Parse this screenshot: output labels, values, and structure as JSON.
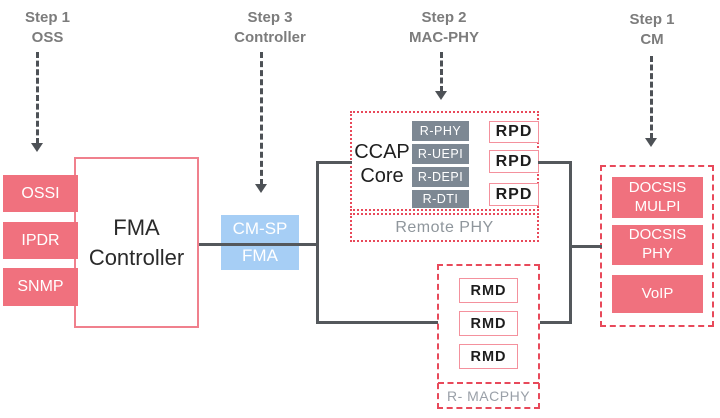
{
  "colors": {
    "salmon": "#f0717e",
    "light_blue": "#a6cef5",
    "slate_gray": "#7d8893",
    "connector_gray": "#54585c",
    "dashed_red": "#e8495a",
    "step_label_gray": "#7c7c7c",
    "caption_gray": "#8f969c"
  },
  "steps": {
    "oss": {
      "line1": "Step 1",
      "line2": "OSS"
    },
    "controller": {
      "line1": "Step 3",
      "line2": "Controller"
    },
    "macphy": {
      "line1": "Step 2",
      "line2": "MAC-PHY"
    },
    "cm": {
      "line1": "Step 1",
      "line2": "CM"
    }
  },
  "oss_stack": {
    "items": [
      "OSSI",
      "IPDR",
      "SNMP"
    ]
  },
  "fma_controller": {
    "line1": "FMA",
    "line2": "Controller"
  },
  "interface_box": {
    "top": "CM-SP",
    "bottom": "FMA"
  },
  "ccap": {
    "label_line1": "CCAP",
    "label_line2": "Core",
    "protocols": [
      "R-PHY",
      "R-UEPI",
      "R-DEPI",
      "R-DTI"
    ],
    "rpd_units": [
      "RPD",
      "RPD",
      "RPD"
    ],
    "caption": "Remote PHY"
  },
  "rmacphy": {
    "rmd_units": [
      "RMD",
      "RMD",
      "RMD"
    ],
    "caption": "R- MACPHY"
  },
  "cm_stack": {
    "items": [
      {
        "line1": "DOCSIS",
        "line2": "MULPI"
      },
      {
        "line1": "DOCSIS",
        "line2": "PHY"
      },
      {
        "line1": "VoIP"
      }
    ]
  }
}
